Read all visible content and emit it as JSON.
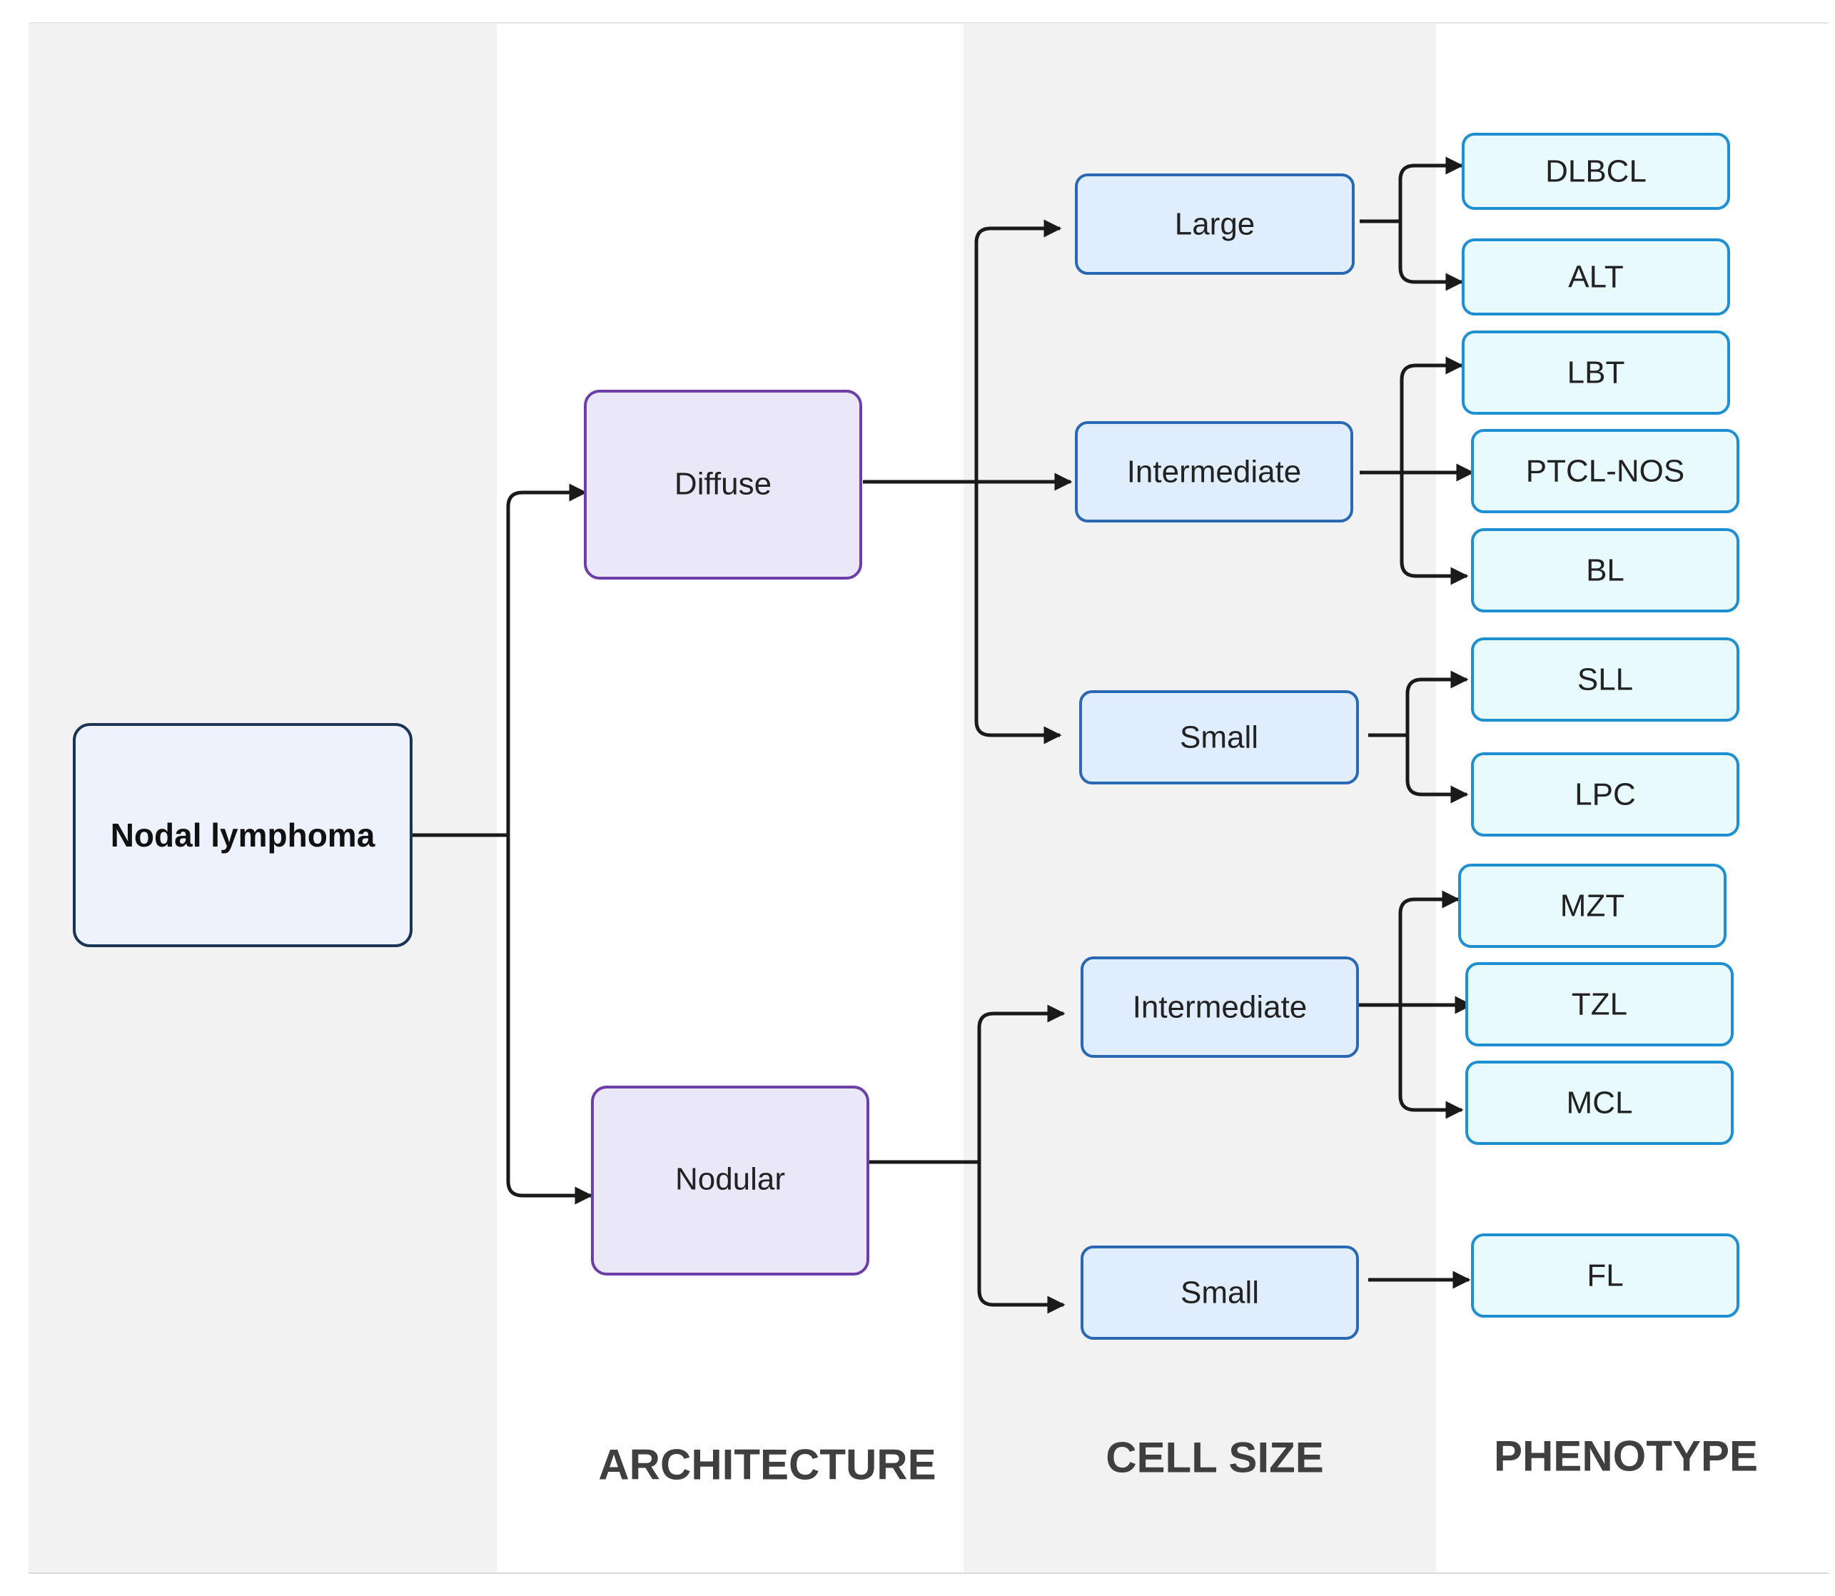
{
  "columns": {
    "architecture": "ARCHITECTURE",
    "cell_size": "CELL SIZE",
    "phenotype": "PHENOTYPE"
  },
  "root": {
    "label": "Nodal lymphoma"
  },
  "architecture": {
    "diffuse": "Diffuse",
    "nodular": "Nodular"
  },
  "cell_size": {
    "diffuse_large": "Large",
    "diffuse_intermediate": "Intermediate",
    "diffuse_small": "Small",
    "nodular_intermediate": "Intermediate",
    "nodular_small": "Small"
  },
  "phenotype": {
    "dlbcl": "DLBCL",
    "alt": "ALT",
    "lbt": "LBT",
    "ptcl_nos": "PTCL-NOS",
    "bl": "BL",
    "sll": "SLL",
    "lpc": "LPC",
    "mzt": "MZT",
    "tzl": "TZL",
    "mcl": "MCL",
    "fl": "FL"
  },
  "colors": {
    "band_gray": "#f2f2f2",
    "root_fill": "#eef2fc",
    "root_stroke": "#1c3554",
    "arch_fill": "#e9e7f8",
    "arch_stroke": "#6d3ea6",
    "cell_fill": "#e0edfc",
    "cell_stroke": "#2a68b3",
    "pheno_fill": "#e9fafc",
    "pheno_stroke": "#1e8fd1"
  }
}
